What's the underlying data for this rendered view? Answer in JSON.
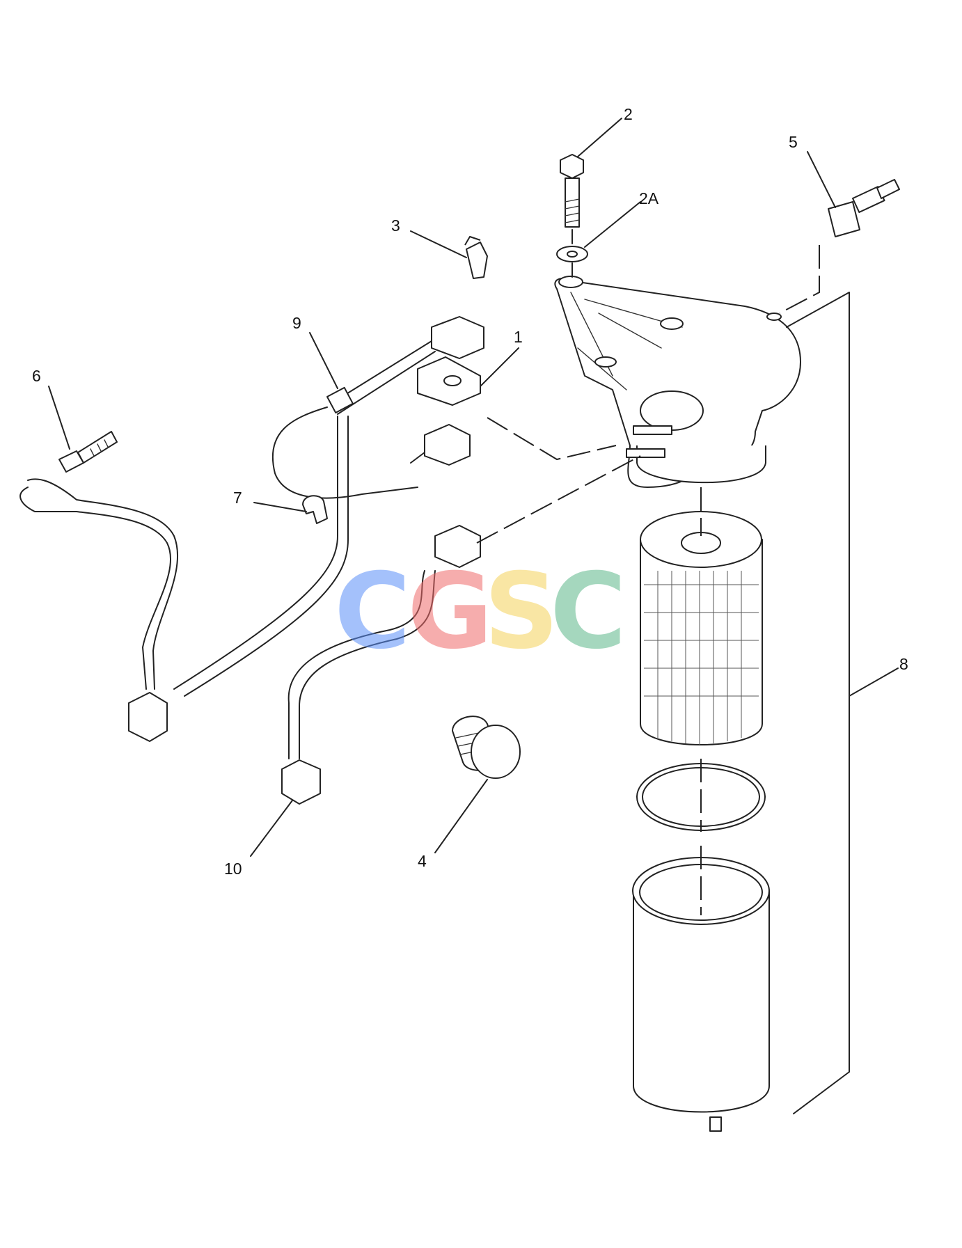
{
  "callouts": [
    "1",
    "2",
    "2A",
    "3",
    "4",
    "5",
    "6",
    "7",
    "8",
    "9",
    "10"
  ],
  "watermark": {
    "letters": [
      "C",
      "G",
      "S",
      "C"
    ],
    "colors": [
      "#5b8ff9",
      "#f06b6b",
      "#f5d35a",
      "#5cb88a"
    ]
  },
  "colors": {
    "line": "#222222",
    "background": "#ffffff"
  }
}
